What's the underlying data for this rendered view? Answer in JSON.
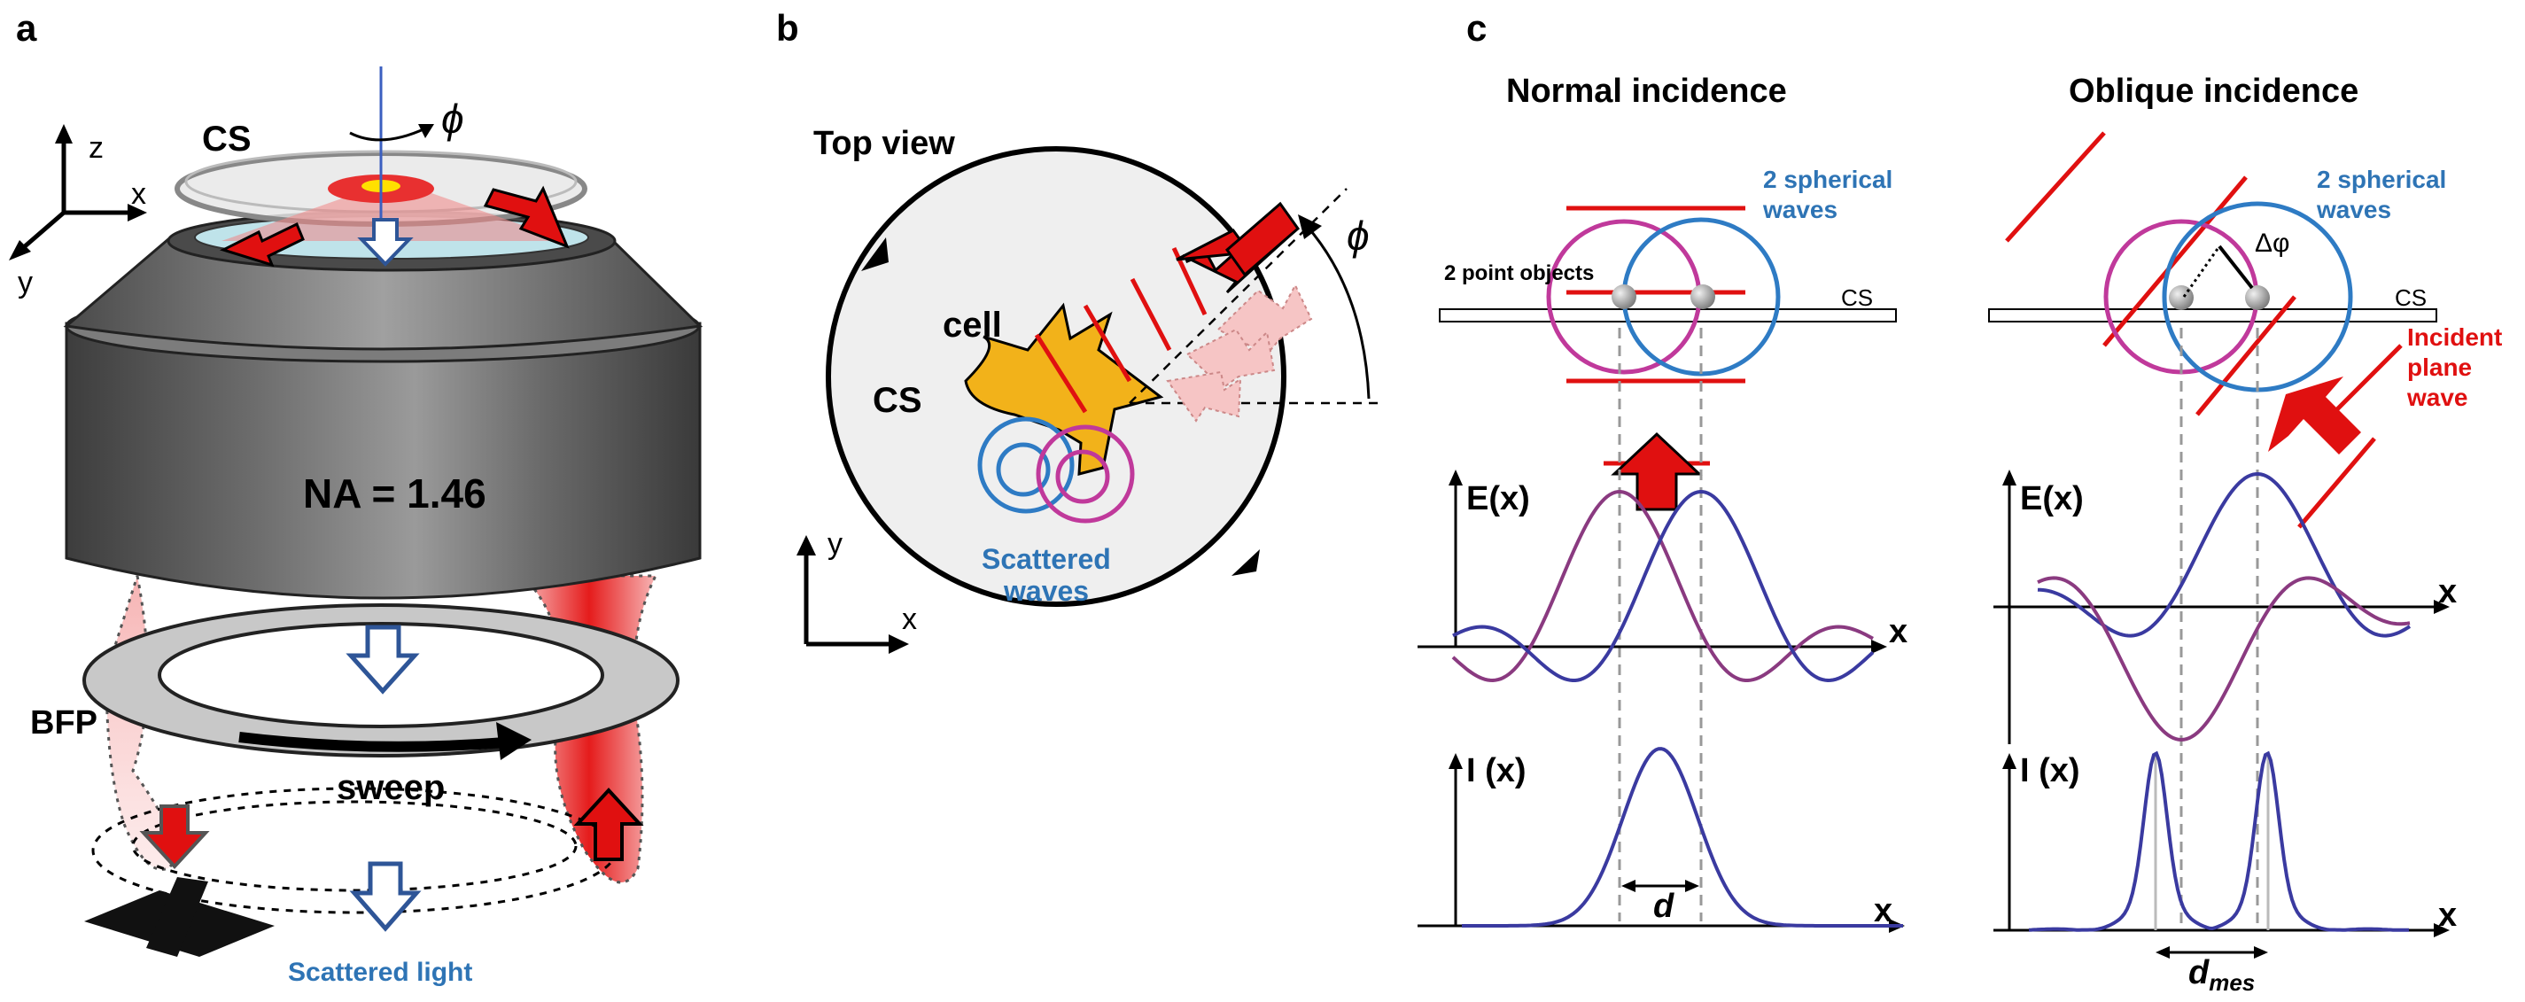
{
  "panels": {
    "a": {
      "letter": "a",
      "axes": {
        "z": "z",
        "x": "x",
        "y": "y"
      },
      "cs": "CS",
      "phi": "ϕ",
      "na": "NA = 1.46",
      "bfp": "BFP",
      "sweep": "sweep",
      "scattered_light": "Scattered light"
    },
    "b": {
      "letter": "b",
      "top_view": "Top view",
      "cs": "CS",
      "cell": "cell",
      "phi": "ϕ",
      "scattered_line1": "Scattered",
      "scattered_line2": "waves",
      "axes": {
        "y": "y",
        "x": "x"
      }
    },
    "c": {
      "letter": "c",
      "normal_title": "Normal incidence",
      "oblique_title": "Oblique incidence",
      "point_objects": "2 point objects",
      "spherical_line1": "2 spherical",
      "spherical_line2": "waves",
      "cs": "CS",
      "delta_phi": "Δφ",
      "incident_line1": "Incident",
      "incident_line2": "plane",
      "incident_line3": "wave",
      "e_axis": "E(x)",
      "i_axis": "I (x)",
      "x_axis": "x",
      "d": "d",
      "d_mes": "d",
      "d_mes_sub": "mes"
    }
  },
  "colors": {
    "red_arrow": "#e01010",
    "blue_text": "#2e74b5",
    "magenta_circle": "#c0399b",
    "blue_circle": "#2e7bc4",
    "curve_blue": "#3a3aa0",
    "curve_purple": "#8a3a80"
  }
}
